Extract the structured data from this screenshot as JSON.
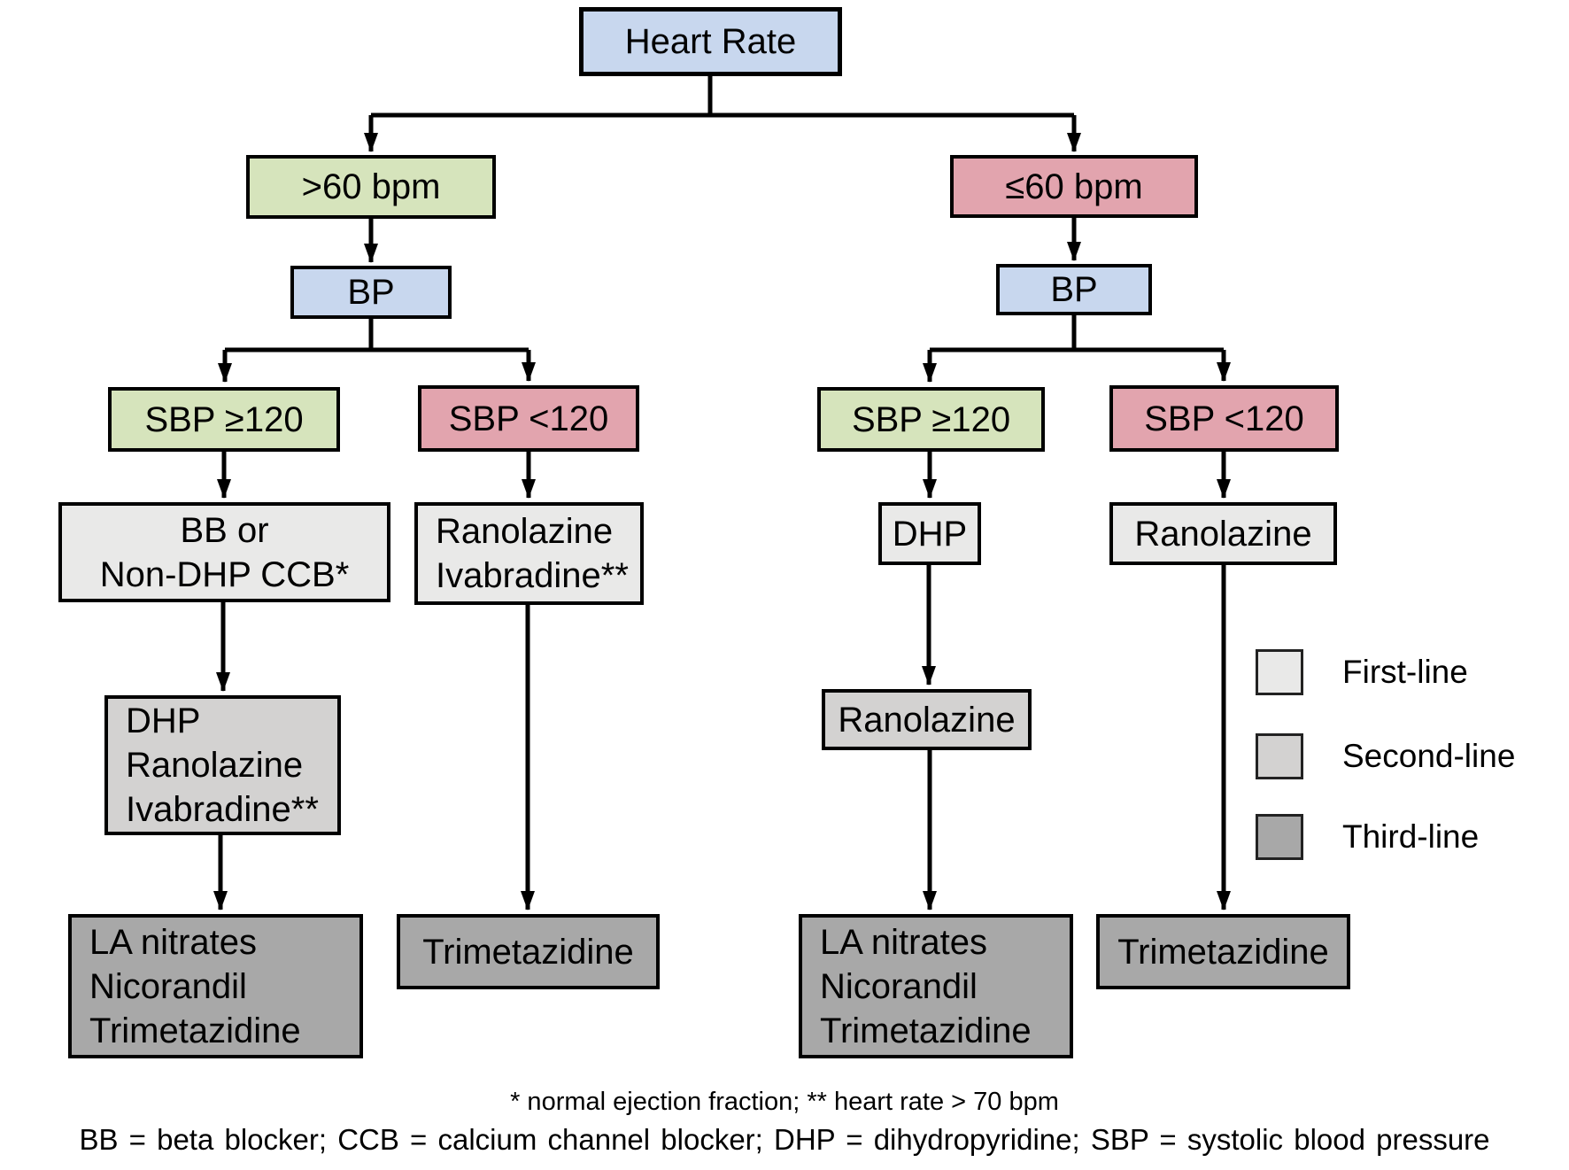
{
  "diagram_type": "treatment-decision-flowchart",
  "nodes": {
    "heart_rate": {
      "label": "Heart Rate"
    },
    "gt60": {
      "label": ">60 bpm"
    },
    "le60": {
      "label": "≤60 bpm"
    },
    "bp_left": {
      "label": "BP"
    },
    "bp_right": {
      "label": "BP"
    },
    "sbp_ge_left": {
      "label": "SBP ≥120"
    },
    "sbp_lt_left": {
      "label": "SBP <120"
    },
    "sbp_ge_right": {
      "label": "SBP ≥120"
    },
    "sbp_lt_right": {
      "label": "SBP <120"
    },
    "bb_ccb": {
      "lines": [
        "BB or",
        "Non-DHP CCB*"
      ]
    },
    "rano_iva": {
      "lines": [
        "Ranolazine",
        "Ivabradine**"
      ]
    },
    "dhp": {
      "label": "DHP"
    },
    "rano_first_right": {
      "label": "Ranolazine"
    },
    "dhp_rano_iva": {
      "lines": [
        "DHP",
        "Ranolazine",
        "Ivabradine**"
      ]
    },
    "rano_second_right": {
      "label": "Ranolazine"
    },
    "la_nitrates_left": {
      "lines": [
        "LA nitrates",
        "Nicorandil",
        "Trimetazidine"
      ]
    },
    "trimetazidine_left": {
      "label": "Trimetazidine"
    },
    "la_nitrates_right": {
      "lines": [
        "LA nitrates",
        "Nicorandil",
        "Trimetazidine"
      ]
    },
    "trimetazidine_right": {
      "label": "Trimetazidine"
    }
  },
  "legend": {
    "items": [
      {
        "label": "First-line",
        "color": "#e9e9e8"
      },
      {
        "label": "Second-line",
        "color": "#d3d2d1"
      },
      {
        "label": "Third-line",
        "color": "#a8a8a8"
      }
    ]
  },
  "footnotes": {
    "line1": "* normal ejection fraction; ** heart rate > 70 bpm",
    "line2": "BB = beta blocker; CCB = calcium channel blocker; DHP = dihydropyridine; SBP = systolic blood pressure"
  },
  "colors": {
    "heart_rate_bp_box": "#c8d7ee",
    "criterion_met_box": "#d6e4bc",
    "criterion_low_box": "#e2a4ae",
    "first_line_box": "#e9e9e8",
    "second_line_box": "#d3d2d1",
    "third_line_box": "#a8a8a8",
    "connector": "#000000"
  }
}
